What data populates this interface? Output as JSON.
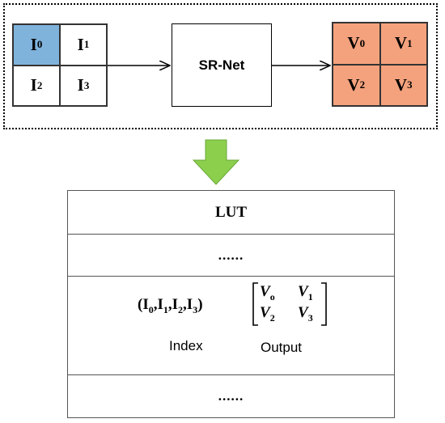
{
  "input_grid": {
    "cells": [
      {
        "base": "I",
        "sub": "0"
      },
      {
        "base": "I",
        "sub": "1"
      },
      {
        "base": "I",
        "sub": "2"
      },
      {
        "base": "I",
        "sub": "3"
      }
    ],
    "highlight_color": "#7fb3dc"
  },
  "network": {
    "label": "SR-Net"
  },
  "output_grid": {
    "cells": [
      {
        "base": "V",
        "sub": "0"
      },
      {
        "base": "V",
        "sub": "1"
      },
      {
        "base": "V",
        "sub": "2"
      },
      {
        "base": "V",
        "sub": "3"
      }
    ],
    "fill_color": "#f4a27d"
  },
  "down_arrow_color": "#8ccf4d",
  "lut": {
    "title": "LUT",
    "ellipsis_top": "......",
    "ellipsis_bottom": "......",
    "entry": {
      "index_open": "(",
      "index_items": [
        {
          "base": "I",
          "sub": "0"
        },
        {
          "base": "I",
          "sub": "1"
        },
        {
          "base": "I",
          "sub": "2"
        },
        {
          "base": "I",
          "sub": "3"
        }
      ],
      "index_close": ")",
      "index_label": "Index",
      "output_matrix": [
        {
          "base": "V",
          "sub": "o"
        },
        {
          "base": "V",
          "sub": "1"
        },
        {
          "base": "V",
          "sub": "2"
        },
        {
          "base": "V",
          "sub": "3"
        }
      ],
      "output_label": "Output"
    }
  }
}
